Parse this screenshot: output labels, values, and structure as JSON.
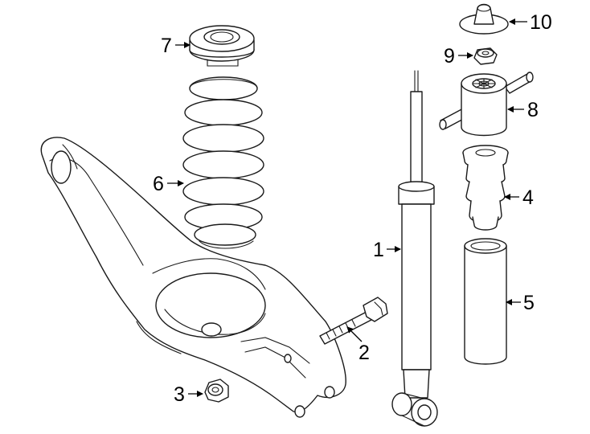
{
  "callouts": [
    {
      "id": "1",
      "label": "1"
    },
    {
      "id": "2",
      "label": "2"
    },
    {
      "id": "3",
      "label": "3"
    },
    {
      "id": "4",
      "label": "4"
    },
    {
      "id": "5",
      "label": "5"
    },
    {
      "id": "6",
      "label": "6"
    },
    {
      "id": "7",
      "label": "7"
    },
    {
      "id": "8",
      "label": "8"
    },
    {
      "id": "9",
      "label": "9"
    },
    {
      "id": "10",
      "label": "10"
    }
  ],
  "parts": [
    {
      "callout": "1",
      "icon": "shock-absorber"
    },
    {
      "callout": "2",
      "icon": "bolt"
    },
    {
      "callout": "3",
      "icon": "nut"
    },
    {
      "callout": "4",
      "icon": "bump-stop"
    },
    {
      "callout": "5",
      "icon": "dust-boot"
    },
    {
      "callout": "6",
      "icon": "coil-spring"
    },
    {
      "callout": "7",
      "icon": "spring-seat"
    },
    {
      "callout": "8",
      "icon": "upper-mount"
    },
    {
      "callout": "9",
      "icon": "lock-nut"
    },
    {
      "callout": "10",
      "icon": "cap"
    }
  ],
  "colors": {
    "line": "#1a1a1a",
    "background": "#ffffff"
  }
}
